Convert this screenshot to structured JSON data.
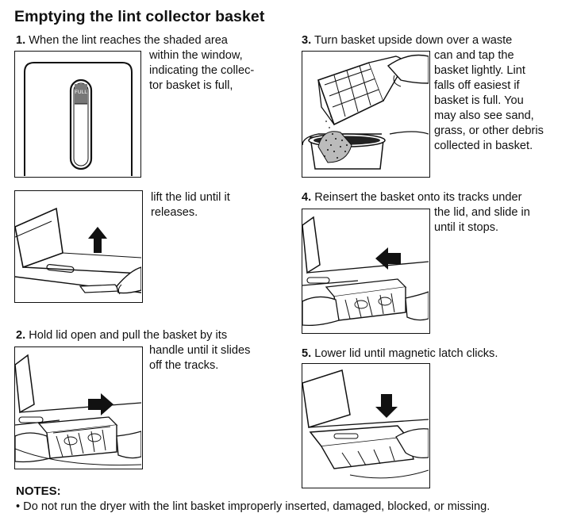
{
  "title": "Emptying the lint collector basket",
  "steps": [
    {
      "num": "1.",
      "lines": [
        "When the lint reaches the shaded area",
        "within the window,",
        "indicating the collec-",
        "tor basket is full,"
      ]
    },
    {
      "num": "",
      "lines": [
        "lift the lid until it",
        "releases."
      ]
    },
    {
      "num": "2.",
      "lines": [
        "Hold lid open and pull the basket by its",
        "handle until it slides",
        "off the tracks."
      ]
    },
    {
      "num": "3.",
      "lines": [
        "Turn basket upside down over a waste",
        "can and tap the",
        "basket lightly. Lint",
        "falls off easiest if",
        "basket is full. You",
        "may also see sand,",
        "grass, or  other debris",
        "collected in basket."
      ]
    },
    {
      "num": "4.",
      "lines": [
        "Reinsert the basket onto its tracks under",
        "the lid, and slide in",
        "until it stops."
      ]
    },
    {
      "num": "5.",
      "lines": [
        "Lower lid until magnetic latch clicks."
      ]
    }
  ],
  "window_label": "FULL",
  "notes": {
    "heading": "NOTES:",
    "items": [
      "• Do not run the dryer with the lint basket improperly inserted, damaged, blocked, or missing."
    ]
  }
}
